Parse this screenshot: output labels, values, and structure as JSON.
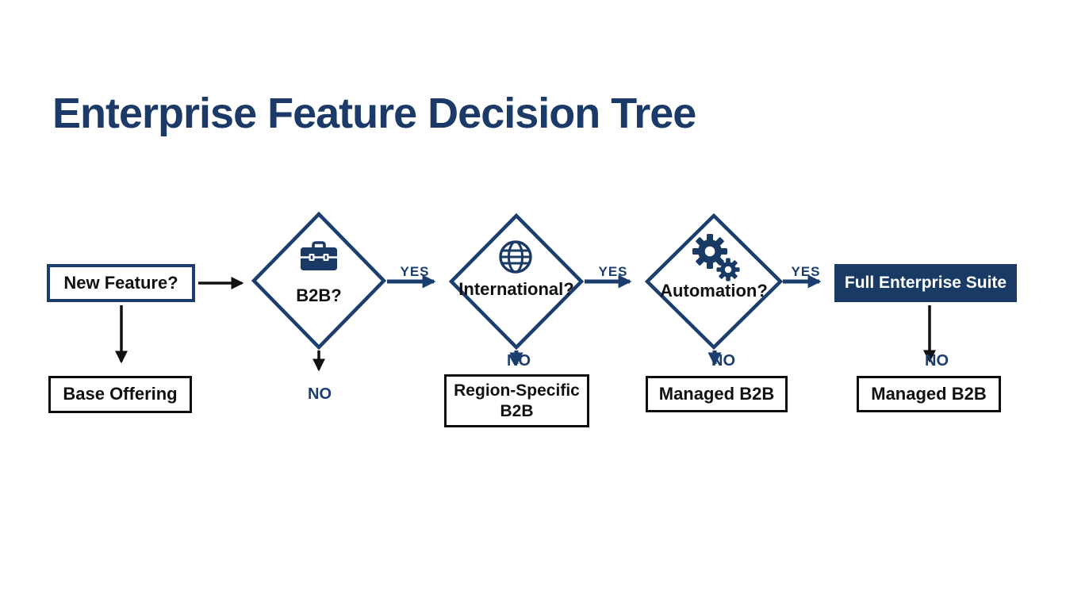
{
  "title": "Enterprise Feature Decision Tree",
  "colors": {
    "navy_accent": "#1b3e6f",
    "navy_fill": "#1a3a66",
    "navy_title": "#1b3a68",
    "arrow_black": "#111111",
    "node_background": "#ffffff",
    "node_text": "#111111"
  },
  "nodes": {
    "new_feature": {
      "label": "New Feature?",
      "type": "start"
    },
    "base_offering": {
      "label": "Base Offering",
      "type": "terminal"
    },
    "b2b": {
      "label": "B2B?",
      "type": "decision",
      "icon": "briefcase-icon"
    },
    "international": {
      "label": "International?",
      "type": "decision",
      "icon": "globe-icon"
    },
    "automation": {
      "label": "Automation?",
      "type": "decision",
      "icon": "gears-icon"
    },
    "full_enterprise_suite": {
      "label": "Full Enterprise Suite",
      "type": "terminal-highlight"
    },
    "region_specific_b2b": {
      "label": "Region-Specific B2B",
      "type": "terminal"
    },
    "managed_b2b_automation": {
      "label": "Managed B2B",
      "type": "terminal"
    },
    "managed_b2b_suite": {
      "label": "Managed B2B",
      "type": "terminal"
    }
  },
  "edges": {
    "new_feature_to_b2b": {
      "label": ""
    },
    "new_feature_to_base_offering": {
      "label": ""
    },
    "b2b_yes": {
      "label": "YES",
      "to": "international"
    },
    "b2b_no": {
      "label": "NO",
      "to": ""
    },
    "international_yes": {
      "label": "YES",
      "to": "automation"
    },
    "international_no": {
      "label": "NO",
      "to": "region_specific_b2b"
    },
    "automation_yes": {
      "label": "YES",
      "to": "full_enterprise_suite"
    },
    "automation_no": {
      "label": "NO",
      "to": "managed_b2b_automation"
    },
    "full_enterprise_suite_no": {
      "label": "NO",
      "to": "managed_b2b_suite"
    }
  }
}
